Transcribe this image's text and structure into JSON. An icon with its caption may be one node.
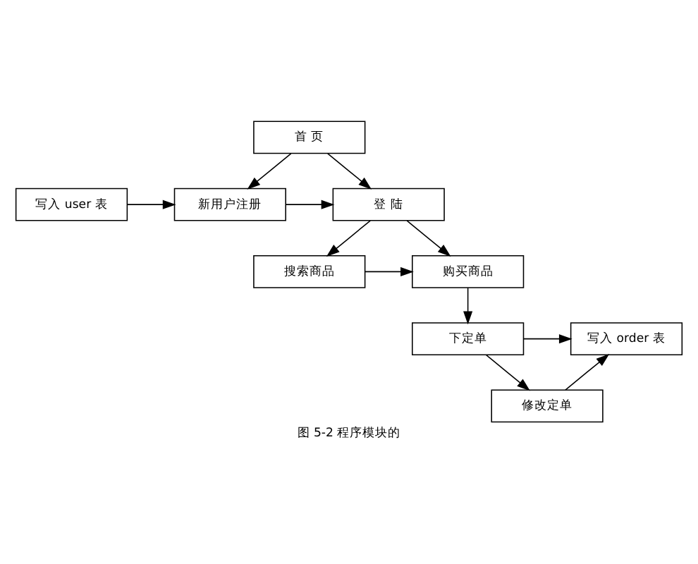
{
  "diagram": {
    "caption": "图 5-2 程序模块的",
    "nodes": [
      {
        "text": [
          "首 页"
        ]
      },
      {
        "text": [
          "登 陆"
        ]
      },
      {
        "text": [
          "新用户注册"
        ]
      },
      {
        "text": [
          "写入 user 表"
        ]
      },
      {
        "text": [
          "购买商品"
        ]
      },
      {
        "text": [
          "搜索商品"
        ]
      },
      {
        "text": [
          "下定单"
        ]
      },
      {
        "text": [
          "写入 order 表"
        ]
      },
      {
        "text": [
          "修改定单"
        ]
      }
    ],
    "edges": [
      {
        "from": 0,
        "to": 1,
        "arrow": "to"
      },
      {
        "from": 0,
        "to": 2,
        "arrow": "to"
      },
      {
        "from": 2,
        "to": 1,
        "arrow": "to"
      },
      {
        "from": 3,
        "to": 2,
        "arrow": "to"
      },
      {
        "from": 1,
        "to": 4,
        "arrow": "to"
      },
      {
        "from": 1,
        "to": 5,
        "arrow": "to"
      },
      {
        "from": 5,
        "to": 4,
        "arrow": "to"
      },
      {
        "from": 4,
        "to": 6,
        "arrow": "to"
      },
      {
        "from": 6,
        "to": 7,
        "arrow": "to"
      },
      {
        "from": 6,
        "to": 8,
        "arrow": "to"
      },
      {
        "from": 8,
        "to": 7,
        "arrow": "to"
      }
    ]
  }
}
